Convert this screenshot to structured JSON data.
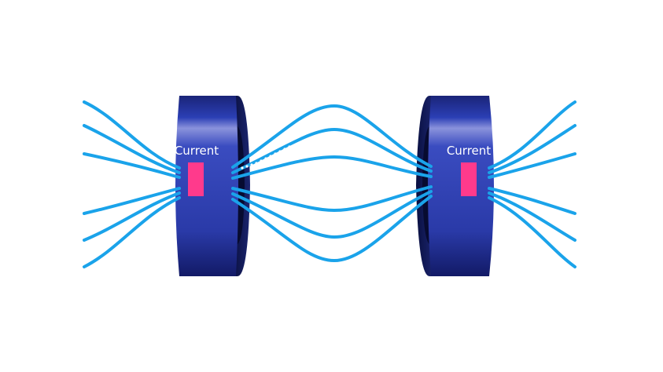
{
  "coils": [
    {
      "label": "Current"
    },
    {
      "label": "Current"
    }
  ],
  "colors": {
    "background": "#ffffff",
    "field_line": "#1aa3ea",
    "coil_face": "#2b3fb5",
    "coil_face_dark": "#1a2478",
    "coil_rim": "#0c1450",
    "coil_band": "#7f88d6",
    "current_marker": "#ff3a8c"
  },
  "icons": [
    "current-direction-marker",
    "magnetic-field-line"
  ]
}
